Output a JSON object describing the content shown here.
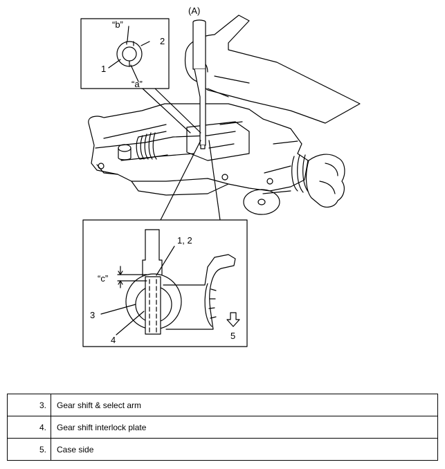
{
  "figure": {
    "callouts": {
      "tool": "(A)",
      "b": "“b”",
      "two_top": "2",
      "one_top": "1",
      "a": "“a”",
      "one_two": "1, 2",
      "c": "“c”",
      "three": "3",
      "four": "4",
      "five": "5"
    }
  },
  "legend": [
    {
      "num": "3.",
      "label": "Gear shift & select arm"
    },
    {
      "num": "4.",
      "label": "Gear shift interlock plate"
    },
    {
      "num": "5.",
      "label": "Case side"
    }
  ]
}
